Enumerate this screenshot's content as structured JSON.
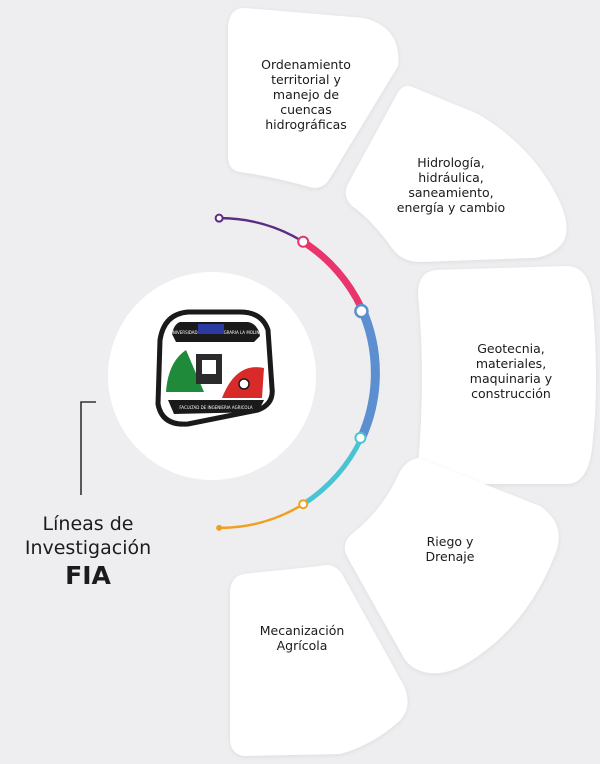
{
  "title": {
    "line1": "Líneas de",
    "line2": "Investigación",
    "line3": "FIA"
  },
  "segments": [
    {
      "label": "Ordenamiento\nterritorial y\nmanejo de\ncuencas\nhidrográficas"
    },
    {
      "label": "Hidrología,\nhidráulica,\nsaneamiento,\nenergía y cambio"
    },
    {
      "label": "Geotecnia,\nmateriales,\nmaquinaria y\nconstrucción"
    },
    {
      "label": "Riego y\nDrenaje"
    },
    {
      "label": "Mecanización\nAgrícola"
    }
  ],
  "logo": {
    "top_text": "UNIVERSIDAD NACIONAL AGRARIA LA MOLINA",
    "bottom_text": "FACULTAD DE INGENIERIA AGRICOLA"
  },
  "colors": {
    "background": "#eeeef0",
    "card": "#ffffff",
    "arc": [
      "#5a2d82",
      "#e8356b",
      "#5b8fd0",
      "#4bc3d3",
      "#f0a020"
    ]
  }
}
